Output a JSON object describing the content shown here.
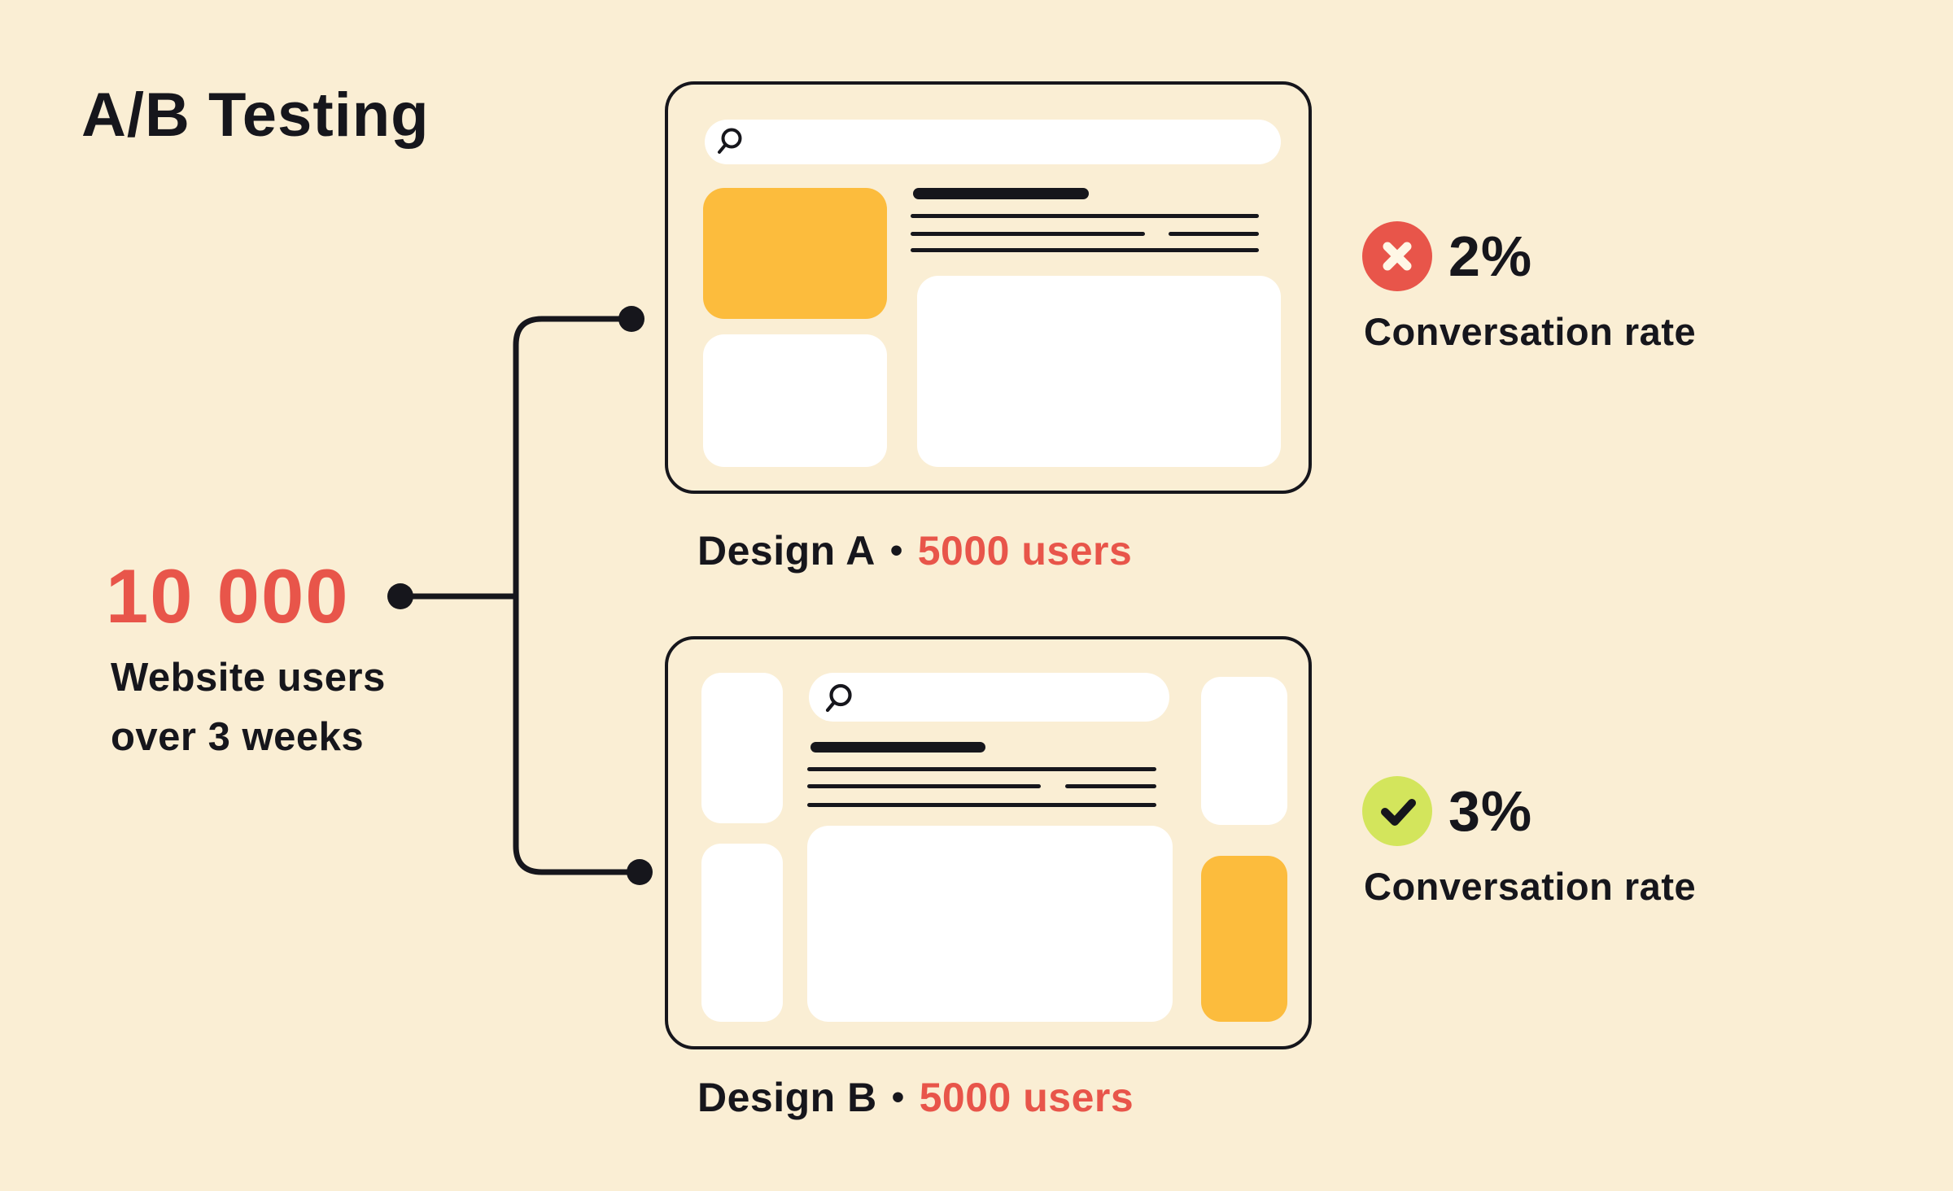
{
  "title": "A/B Testing",
  "colors": {
    "bg": "#FAEED4",
    "ink": "#16161C",
    "red": "#E8554A",
    "orange": "#FCBC3D",
    "lime": "#D3E55C",
    "white": "#FFFFFF",
    "cross": "#FFF7E6"
  },
  "source": {
    "value": "10 000",
    "line1": "Website users",
    "line2": "over 3 weeks"
  },
  "variants": [
    {
      "name": "Design A",
      "bullet": "•",
      "users": "5000 users",
      "result": {
        "value": "2%",
        "label": "Conversation rate",
        "status": "fail",
        "icon": "x-icon"
      }
    },
    {
      "name": "Design B",
      "bullet": "•",
      "users": "5000 users",
      "result": {
        "value": "3%",
        "label": "Conversation rate",
        "status": "pass",
        "icon": "check-icon"
      }
    }
  ],
  "icons": {
    "search": "search-icon",
    "fail": "x-icon",
    "pass": "check-icon",
    "connector_dot": "connector-dot"
  }
}
